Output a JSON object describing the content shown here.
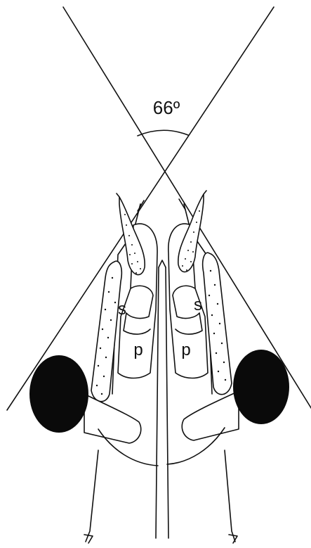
{
  "diagram": {
    "angle_label": "66º",
    "segment_label_left_s": "s",
    "segment_label_right_s": "s",
    "segment_label_left_p": "p",
    "segment_label_right_p": "p",
    "angle_degrees": 66,
    "colors": {
      "line": "#111111",
      "eye": "#0a0a0a",
      "background": "#ffffff"
    }
  }
}
